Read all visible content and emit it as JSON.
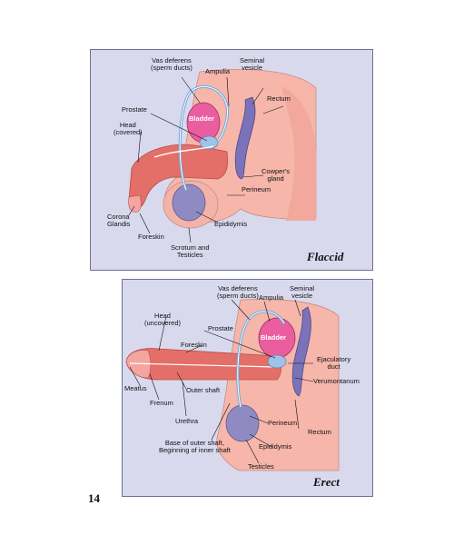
{
  "page_number": "14",
  "flaccid": {
    "title": "Flaccid",
    "labels": {
      "vas_deferens": "Vas deferens\n(sperm ducts)",
      "ampulla": "Ampulia",
      "seminal_vesicle": "Seminal\nvesicle",
      "rectum": "Rectum",
      "prostate": "Prostate",
      "bladder": "Bladder",
      "head": "Head\n(covered)",
      "cowpers_gland": "Cowper's\ngland",
      "perineum": "Perineum",
      "corona_glandis": "Corona\nGlandis",
      "epididymis": "Epididymis",
      "foreskin": "Foreskin",
      "scrotum": "Scrotum and\nTesticles"
    }
  },
  "erect": {
    "title": "Erect",
    "labels": {
      "vas_deferens": "Vas deferens\n(sperm ducts)",
      "ampulla": "Ampulia",
      "seminal_vesicle": "Seminal\nvesicle",
      "head": "Head\n(uncovered)",
      "prostate": "Prostate",
      "bladder": "Bladder",
      "foreskin": "Foreskin",
      "ejaculatory_duct": "Ejaculatory\nduct",
      "verumontanum": "Verumontanum",
      "meatus": "Meatus",
      "outer_shaft": "Outer shaft",
      "frenum": "Frenum",
      "perineum": "Perineum",
      "rectum": "Rectum",
      "urethra": "Urethra",
      "epididymis": "Epididymis",
      "base_of_shaft": "Base of outer shaft,\nBeginning of inner shaft",
      "testicles": "Testicles"
    }
  },
  "colors": {
    "panel_bg": "#d9d9ee",
    "tissue": "#f2a89c",
    "shaft": "#e46f68",
    "bladder": "#ea5ea0",
    "rectum": "#7a73b9",
    "testicle": "#8f8bc2",
    "duct": "#6ea7db"
  }
}
